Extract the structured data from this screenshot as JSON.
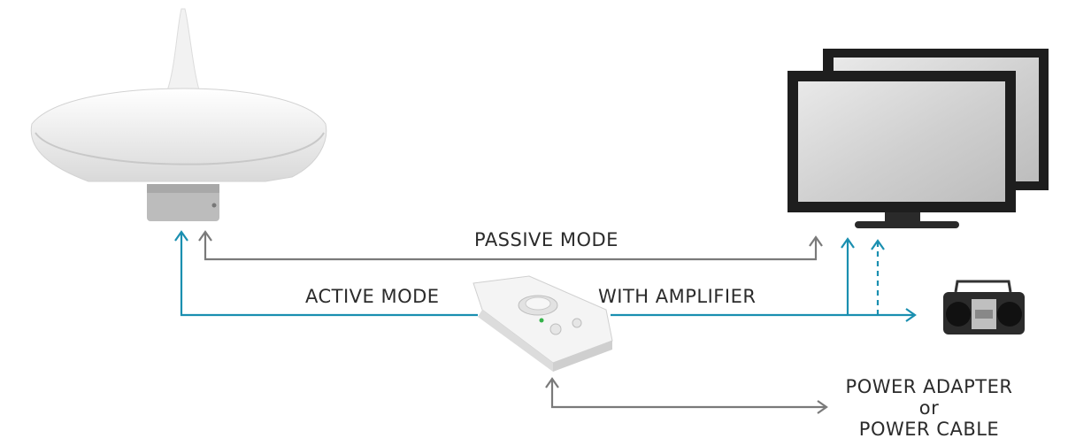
{
  "diagram": {
    "labels": {
      "passive_mode": "PASSIVE MODE",
      "active_mode": "ACTIVE MODE",
      "with_amplifier": "WITH AMPLIFIER",
      "power_line1": "POWER ADAPTER",
      "power_line2": "or",
      "power_line3": "POWER CABLE"
    },
    "components": [
      {
        "id": "antenna",
        "icon": "dome-antenna-icon"
      },
      {
        "id": "amplifier",
        "icon": "amplifier-control-icon"
      },
      {
        "id": "tv",
        "icon": "tv-screens-icon"
      },
      {
        "id": "radio",
        "icon": "boombox-radio-icon"
      }
    ],
    "colors": {
      "passive_line": "#7a7a7a",
      "active_line": "#1a8fb0",
      "text": "#2b2b2b"
    }
  }
}
